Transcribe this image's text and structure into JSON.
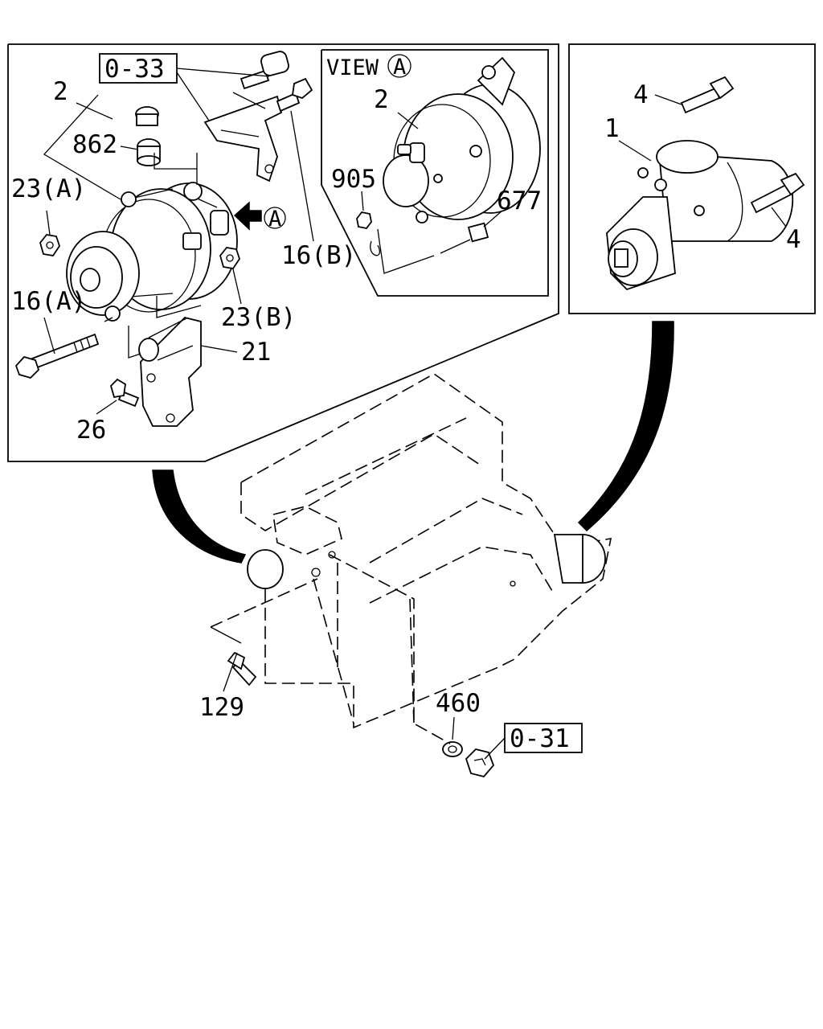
{
  "labels": {
    "ref_033": "0-33",
    "ref_031": "0-31",
    "alt_left": "2",
    "p862": "862",
    "p23a": "23(A)",
    "p16a": "16(A)",
    "p16b": "16(B)",
    "p23b": "23(B)",
    "p21": "21",
    "p26": "26",
    "view_a": "VIEW",
    "view_circle": "A",
    "arrow_circle": "A",
    "alt_view": "2",
    "p905": "905",
    "p677": "677",
    "starter": "1",
    "bolt_top": "4",
    "bolt_right": "4",
    "p129": "129",
    "p460": "460"
  }
}
